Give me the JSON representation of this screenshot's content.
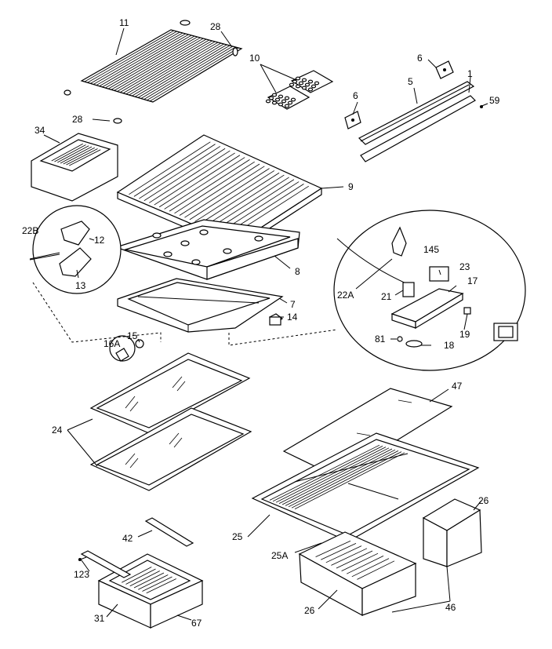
{
  "diagram": {
    "labels": {
      "l11": "11",
      "l28a": "28",
      "l28b": "28",
      "l10": "10",
      "l6a": "6",
      "l6b": "6",
      "l5": "5",
      "l1": "1",
      "l59": "59",
      "l34": "34",
      "l9": "9",
      "l22B": "22B",
      "l12": "12",
      "l13": "13",
      "l8": "8",
      "l145": "145",
      "l23": "23",
      "l17": "17",
      "l22A": "22A",
      "l21": "21",
      "l7": "7",
      "l14": "14",
      "l15": "15",
      "l16A": "16A",
      "l81": "81",
      "l18": "18",
      "l19": "19",
      "l47": "47",
      "l24": "24",
      "l26a": "26",
      "l25": "25",
      "l25A": "25A",
      "l42": "42",
      "l123": "123",
      "l31": "31",
      "l67": "67",
      "l26b": "26",
      "l46": "46"
    }
  }
}
